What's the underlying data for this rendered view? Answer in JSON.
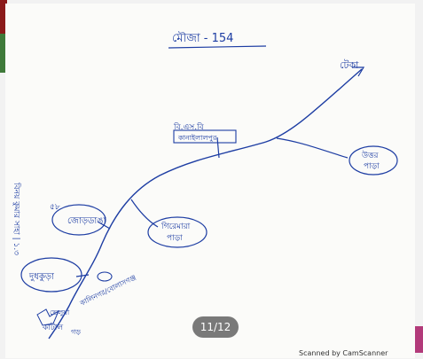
{
  "document": {
    "title": "মৌজা - 154",
    "nodes": {
      "top_end": "টেকা",
      "junction_box_line1": "বি.এস.বি",
      "junction_box_line2": "কানাইলালপুর",
      "right_circle_line1": "উত্তর",
      "right_circle_line2": "পাড়া",
      "middle_circle_line1": "গিরেমারা",
      "middle_circle_line2": "পাড়া",
      "left_upper_circle": "জোড়ডাঙা",
      "left_upper_tag": "৫৮",
      "left_lower_circle": "দুধকুড়া",
      "diagonal_label": "কালিনগর/বোলাসগঞ্জ",
      "bottom_left_line1": "ভেলুয়া",
      "bottom_left_line2": "কাটাল",
      "bottom_left_line3": "গড়"
    },
    "left_margin_note": "বিনয় কুমার সাহা | ১.৩"
  },
  "viewer": {
    "page_indicator": "11/12",
    "scanner_watermark": "Scanned by CamScanner"
  },
  "colors": {
    "ink": "#1d3da3",
    "paper": "#fbfbf9",
    "pill": "#555555",
    "edge_red": "#8b1a1a",
    "edge_green": "#3f7a3a",
    "edge_pink": "#b23a7a"
  }
}
